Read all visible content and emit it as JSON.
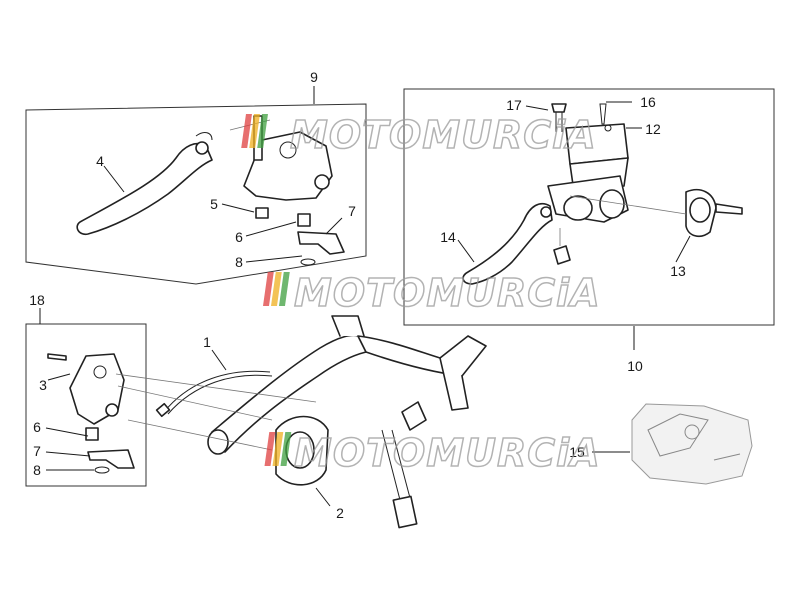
{
  "watermark": {
    "text": "MOTOMURCiA"
  },
  "callouts": {
    "c1": "1",
    "c2": "2",
    "c3": "3",
    "c4": "4",
    "c5": "5",
    "c6a": "6",
    "c6b": "6",
    "c7a": "7",
    "c7b": "7",
    "c8a": "8",
    "c8b": "8",
    "c9": "9",
    "c10": "10",
    "c12": "12",
    "c13": "13",
    "c14": "14",
    "c15": "15",
    "c16": "16",
    "c17": "17",
    "c18": "18"
  },
  "colors": {
    "line": "#1a1a1a",
    "watermark_stripes": [
      "#e04040",
      "#f0b020",
      "#40a040"
    ]
  }
}
